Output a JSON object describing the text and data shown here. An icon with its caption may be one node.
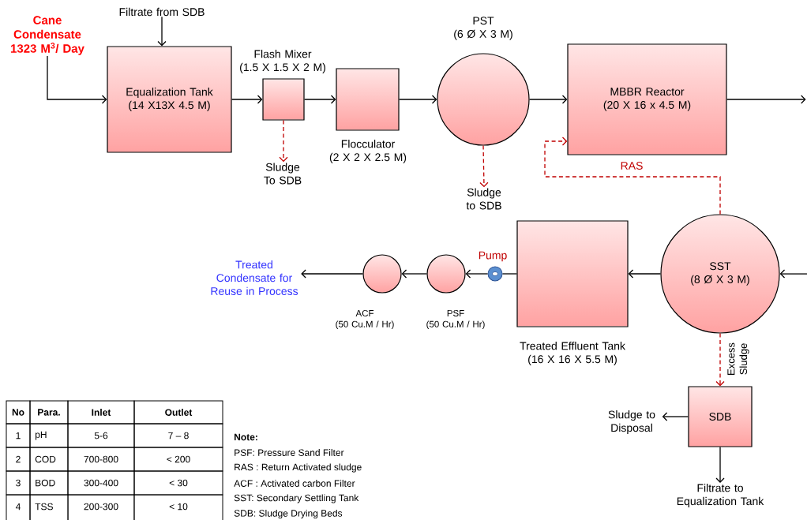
{
  "diagram": {
    "nodes": [
      {
        "text": [
          "Cane Condensate 1323 M$^{3}$/ Day"
        ]
      },
      {
        "text": [
          "Equalization Tank",
          "(14 X13X 4.5 M)"
        ]
      },
      {
        "text": [
          "Filtrate from SDB"
        ]
      },
      {
        "text": [
          "Flash Mixer",
          "(1.5 X 1.5 X 2 M)"
        ]
      },
      {
        "text": [
          "Sludge To SDB"
        ]
      },
      {
        "text": [
          "Flocculator",
          "(2 X 2 X 2.5 M)"
        ]
      },
      {
        "text": [
          "PST",
          "(6 Ø X 3 M)"
        ]
      },
      {
        "text": [
          "Sludge to SDB"
        ]
      },
      {
        "text": [
          "MBBR Reactor",
          "(20 X 16 x 4.5 M)"
        ]
      },
      {
        "text": [
          "SST",
          "(8 Ø X 3 M)"
        ]
      },
      {
        "text": [
          "Treated Effluent Tank",
          "(16 X 16 X 5.5 M)"
        ]
      },
      {
        "text": [
          "Pump"
        ]
      },
      {
        "text": [
          "PSF",
          "(50 Cu.M / Hr)"
        ]
      },
      {
        "text": [
          "ACF",
          "(50 Cu.M / Hr)"
        ]
      },
      {
        "text": [
          "Treated Condensate for Reuse in Process"
        ]
      },
      {
        "text": [
          "SDB"
        ]
      },
      {
        "text": [
          "Sludge to Disposal"
        ]
      },
      {
        "text": [
          "Filtrate to Equalization Tank"
        ]
      }
    ],
    "edges": [
      {
        "from": 0,
        "to": 1,
        "arrow": "to"
      },
      {
        "from": 2,
        "to": 1,
        "arrow": "to"
      },
      {
        "from": 1,
        "to": 3,
        "arrow": "to"
      },
      {
        "from": 3,
        "to": 4,
        "arrow": "to",
        "style": "dashed",
        "color": "#c00000"
      },
      {
        "from": 3,
        "to": 5,
        "arrow": "to"
      },
      {
        "from": 5,
        "to": 6,
        "arrow": "to"
      },
      {
        "from": 6,
        "to": 7,
        "arrow": "to",
        "style": "dashed",
        "color": "#c00000"
      },
      {
        "from": 6,
        "to": 8,
        "arrow": "to"
      },
      {
        "from": 8,
        "to": null,
        "arrow": "to"
      },
      {
        "from": null,
        "to": 9,
        "arrow": "to"
      },
      {
        "from": 9,
        "to": 8,
        "arrow": "to",
        "style": "dashed",
        "color": "#c00000",
        "label": "RAS"
      },
      {
        "from": 9,
        "to": 10,
        "arrow": "to"
      },
      {
        "from": 10,
        "to": 11,
        "arrow": "none"
      },
      {
        "from": 11,
        "to": 12,
        "arrow": "to"
      },
      {
        "from": 12,
        "to": 13,
        "arrow": "to"
      },
      {
        "from": 13,
        "to": 14,
        "arrow": "to"
      },
      {
        "from": 9,
        "to": 15,
        "arrow": "to",
        "style": "dashed",
        "color": "#c00000",
        "label": "Excess Sludge"
      },
      {
        "from": 15,
        "to": 16,
        "arrow": "to"
      },
      {
        "from": 15,
        "to": 17,
        "arrow": "to"
      }
    ],
    "labels": [
      "No",
      "Para.",
      "Inlet",
      "Outlet",
      "1",
      "pH",
      "5-6",
      "7 – 8",
      "2",
      "COD",
      "700-800",
      "< 200",
      "3",
      "BOD",
      "300-400",
      "< 30",
      "4",
      "TSS",
      "200-300",
      "< 10",
      "Note:",
      "PSF: Pressure Sand Filter",
      "RAS : Return Activated sludge",
      "ACF : Activated carbon Filter",
      "SST: Secondary Settling Tank",
      "SDB: Sludge Drying Beds"
    ]
  }
}
